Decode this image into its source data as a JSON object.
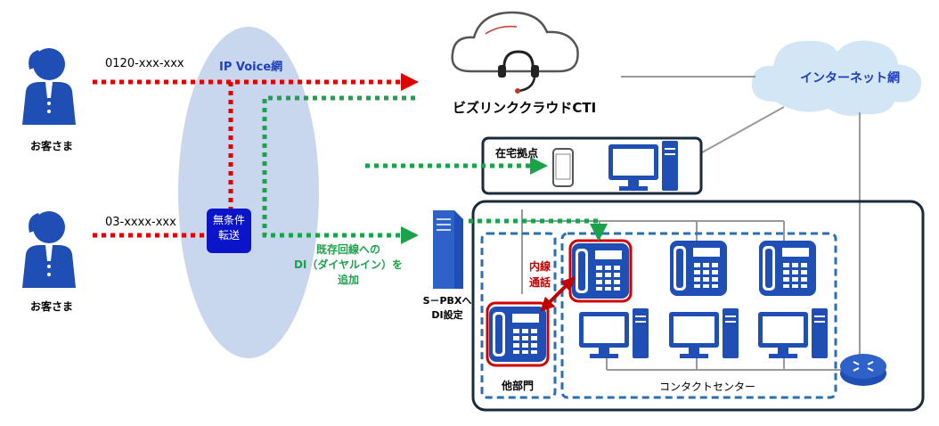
{
  "colors": {
    "person": "#1f4fb5",
    "device_blue": "#1f4fb5",
    "dotted_red": "#e00000",
    "dotted_green": "#1aa34a",
    "ellipse": "#c8d7ee",
    "cloud": "#d3e6f6",
    "frame_dark": "#1a2a3a",
    "frame_dash": "#2a6fb0",
    "highlight_red": "#d00000",
    "badge_blue": "#0a14c8"
  },
  "customers": [
    {
      "label": "お客さま",
      "number": "0120-xxx-xxx",
      "icon": "person-on-phone-icon"
    },
    {
      "label": "お客さま",
      "number": "03-xxxx-xxx",
      "icon": "person-on-phone-icon"
    }
  ],
  "ip_voice_network": {
    "label": "IP Voice網"
  },
  "forward_badge": {
    "line1": "無条件",
    "line2": "転送"
  },
  "cti": {
    "label": "ビズリンククラウドCTI",
    "icon": "cloud-headset-icon"
  },
  "internet": {
    "label": "インターネット網",
    "icon": "cloud-icon"
  },
  "home_site": {
    "label": "在宅拠点",
    "devices": [
      "smartphone-icon",
      "desktop-pc-icon"
    ]
  },
  "did_note": {
    "line1": "既存回線への",
    "line2": "DI（ダイヤルイン）を",
    "line3": "追加"
  },
  "pbx": {
    "line1": "S－PBXへ",
    "line2": "DI設定",
    "icon": "pbx-server-icon"
  },
  "internal_call": {
    "line1": "内線",
    "line2": "通話"
  },
  "other_dept": {
    "label": "他部門"
  },
  "contact_center": {
    "label": "コンタクトセンター"
  }
}
